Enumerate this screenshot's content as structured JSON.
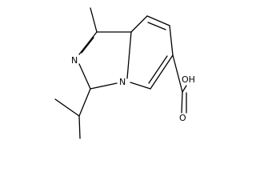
{
  "molecule": {
    "atoms": {
      "nitrogen_imidazole": "N",
      "nitrogen_bridgehead": "N",
      "hydroxyl": "OH",
      "carbonyl_oxygen": "O"
    }
  }
}
